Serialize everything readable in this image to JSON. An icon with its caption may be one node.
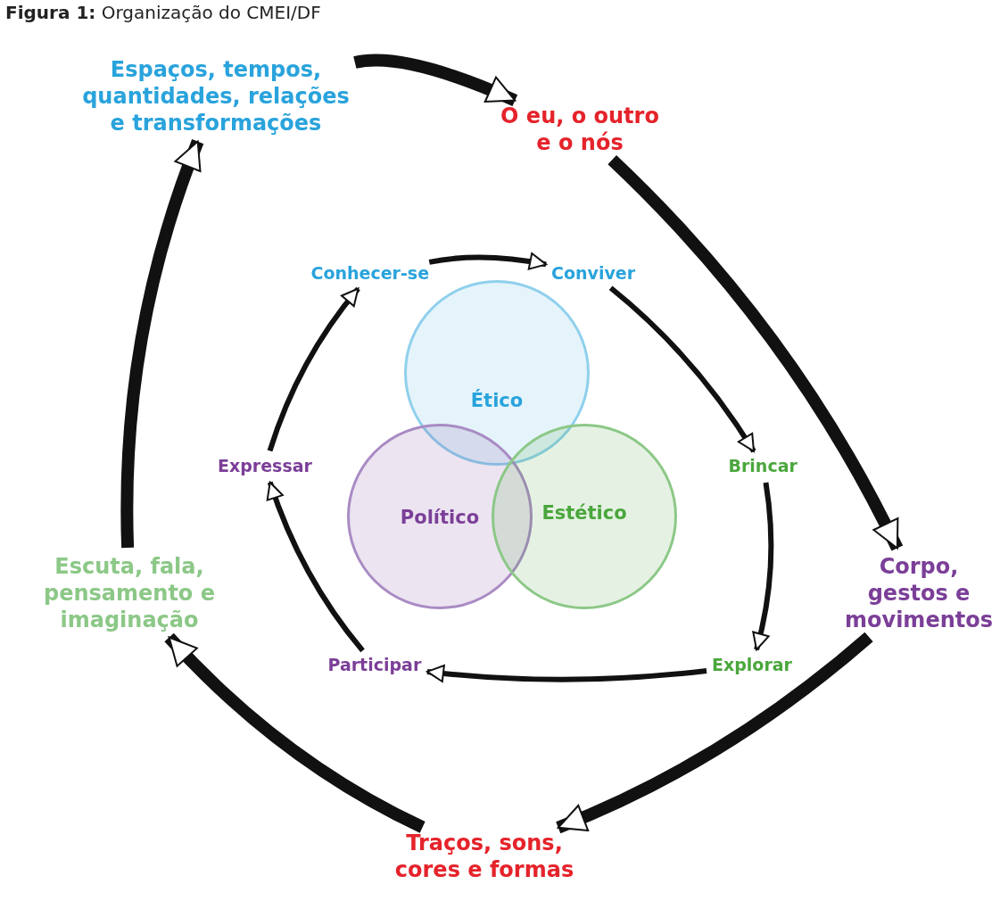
{
  "diagram": {
    "title": "**Figura 1:** Organização do CMEI/DF",
    "nodes": [
      {
        "text": [
          "Espaços, tempos, quantidades, relações e transformações"
        ]
      },
      {
        "text": [
          "O eu, o outro e o nós"
        ]
      },
      {
        "text": [
          "Conhecer-se"
        ]
      },
      {
        "text": [
          "Conviver"
        ]
      },
      {
        "text": [
          "Ético"
        ]
      },
      {
        "text": [
          "Expressar"
        ]
      },
      {
        "text": [
          "Político"
        ]
      },
      {
        "text": [
          "Estético"
        ]
      },
      {
        "text": [
          "Brincar"
        ]
      },
      {
        "text": [
          "Escuta, fala, pensamento e imaginação"
        ]
      },
      {
        "text": [
          "Corpo, gestos e movimentos"
        ]
      },
      {
        "text": [
          "Participar"
        ]
      },
      {
        "text": [
          "Explorar"
        ]
      },
      {
        "text": [
          "Traços, sons, cores e formas"
        ]
      }
    ],
    "edges": [
      {
        "from": 0,
        "to": 1,
        "arrow": "to",
        "style": "thick"
      },
      {
        "from": 1,
        "to": 10,
        "arrow": "to",
        "style": "thick"
      },
      {
        "from": 10,
        "to": 13,
        "arrow": "to",
        "style": "thick"
      },
      {
        "from": 13,
        "to": 9,
        "arrow": "to",
        "style": "thick"
      },
      {
        "from": 9,
        "to": 0,
        "arrow": "to",
        "style": "thick"
      },
      {
        "from": 2,
        "to": 3,
        "arrow": "to"
      },
      {
        "from": 3,
        "to": 8,
        "arrow": "to"
      },
      {
        "from": 8,
        "to": 12,
        "arrow": "to"
      },
      {
        "from": 12,
        "to": 11,
        "arrow": "to"
      },
      {
        "from": 11,
        "to": 5,
        "arrow": "to"
      },
      {
        "from": 5,
        "to": 2,
        "arrow": "to"
      }
    ]
  }
}
